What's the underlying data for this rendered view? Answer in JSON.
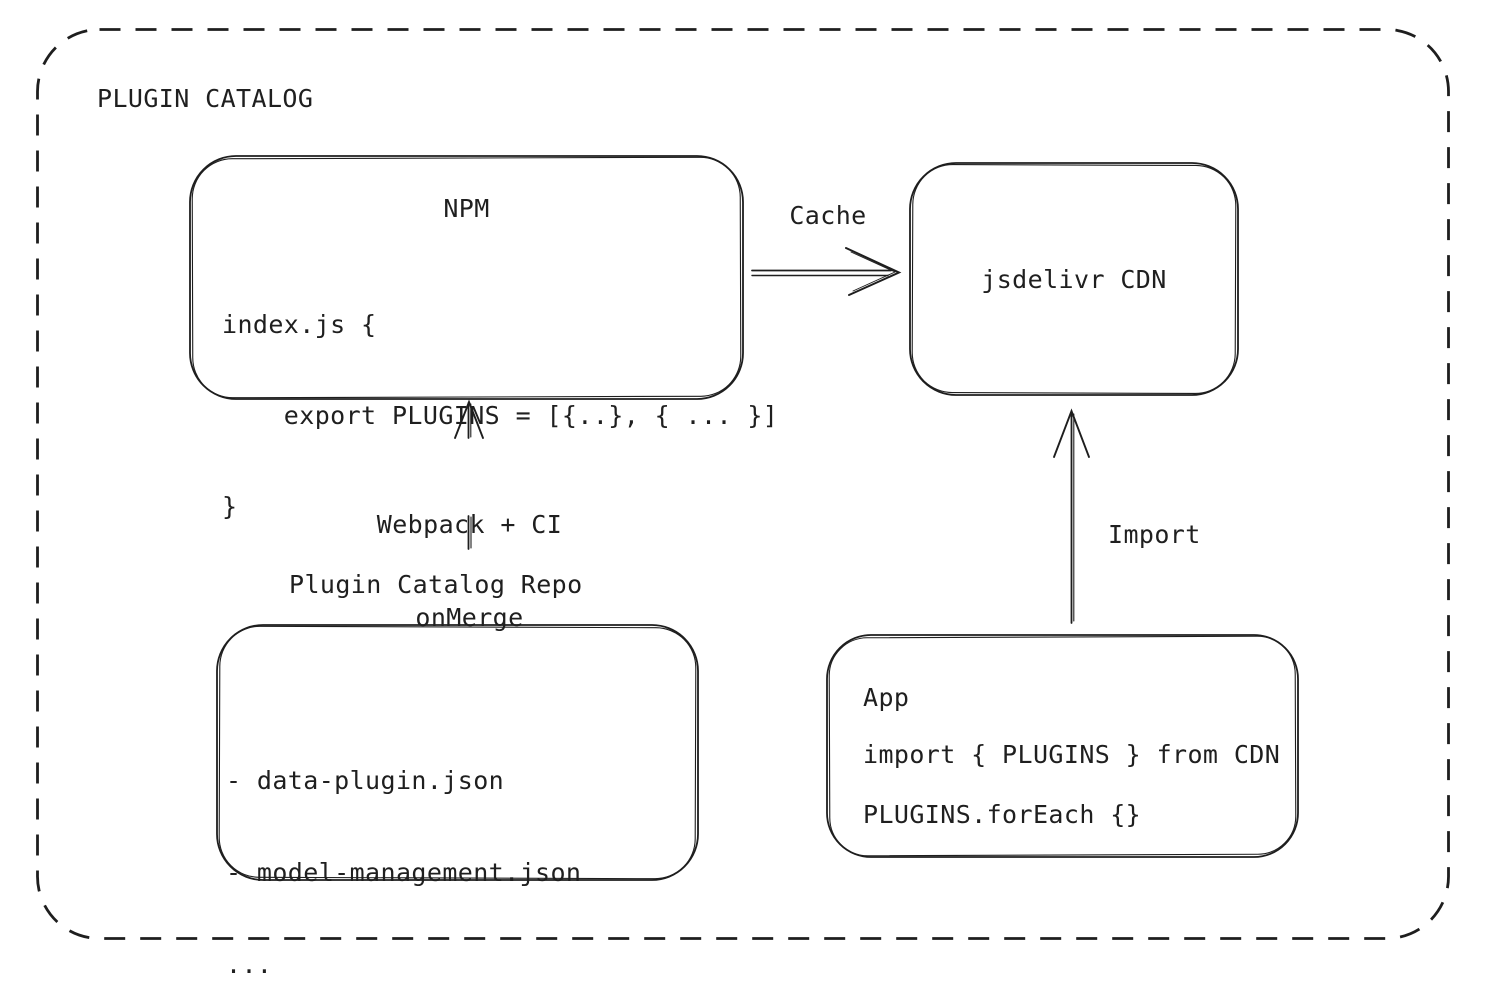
{
  "diagram": {
    "title": "PLUGIN CATALOG",
    "colors": {
      "stroke": "#1e1e1e",
      "text": "#1f1f1f",
      "background": "#ffffff"
    },
    "nodes": {
      "npm": {
        "title": "NPM",
        "code_lines": [
          "index.js {",
          "    export PLUGINS = [{..}, { ... }]",
          "}"
        ]
      },
      "cdn": {
        "title": "jsdelivr CDN"
      },
      "repo": {
        "label": "Plugin Catalog Repo",
        "items": [
          "- data-plugin.json",
          "- model-management.json",
          "..."
        ]
      },
      "app": {
        "title": "App",
        "code_lines": [
          "import { PLUGINS } from CDN",
          "PLUGINS.forEach {}"
        ]
      }
    },
    "edges": {
      "cache": {
        "label": "Cache",
        "from": "NPM",
        "to": "jsdelivr CDN"
      },
      "build": {
        "label_line1": "Webpack + CI",
        "label_line2": "onMerge",
        "from": "Plugin Catalog Repo",
        "to": "NPM"
      },
      "import_edge": {
        "label": "Import",
        "from": "App",
        "to": "jsdelivr CDN"
      }
    }
  }
}
